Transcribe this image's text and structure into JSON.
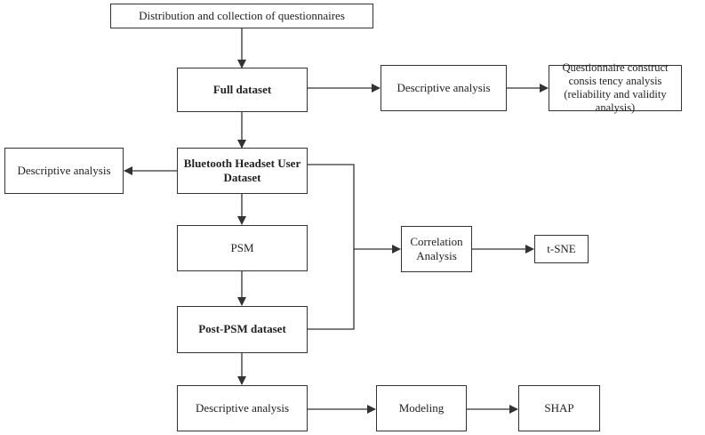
{
  "nodes": {
    "distribution": "Distribution and collection of questionnaires",
    "full_dataset": "Full dataset",
    "desc_top": "Descriptive analysis",
    "consistency": "Questionnaire construct consis tency analysis (reliability and validity analysis)",
    "bluetooth": "Bluetooth Headset User Dataset",
    "desc_left": "Descriptive analysis",
    "psm": "PSM",
    "correlation": "Correlation Analysis",
    "tsne": "t-SNE",
    "post_psm": "Post-PSM dataset",
    "desc_bottom": "Descriptive analysis",
    "modeling": "Modeling",
    "shap": "SHAP"
  },
  "colors": {
    "line": "#333333",
    "border": "#333333",
    "text": "#222222"
  }
}
